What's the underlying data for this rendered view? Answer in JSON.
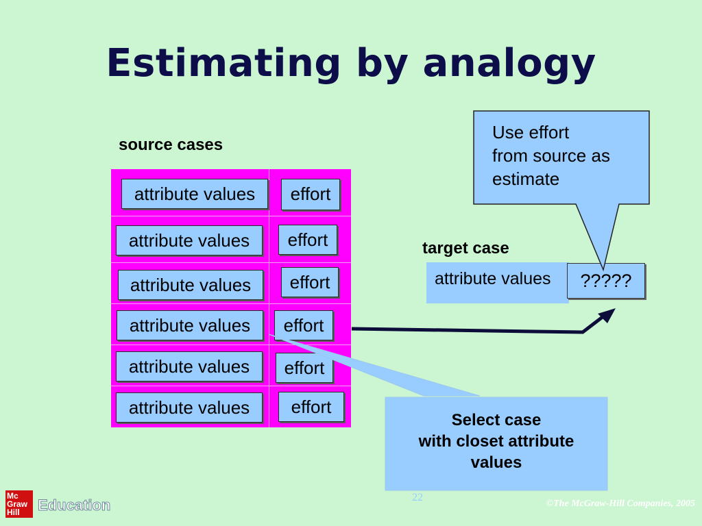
{
  "title": "Estimating by analogy",
  "source_label": "source cases",
  "target_label": "target case",
  "source_rows": [
    {
      "attr": "attribute values",
      "effort": "effort"
    },
    {
      "attr": "attribute values",
      "effort": "effort"
    },
    {
      "attr": "attribute values",
      "effort": "effort"
    },
    {
      "attr": "attribute values",
      "effort": "effort"
    },
    {
      "attr": "attribute values",
      "effort": "effort"
    },
    {
      "attr": "attribute values",
      "effort": "effort"
    }
  ],
  "target": {
    "attr": "attribute values",
    "effort": "?????"
  },
  "callout_top": {
    "lines": [
      "Use effort",
      "from source as",
      "estimate"
    ]
  },
  "callout_bottom": {
    "lines": [
      "Select case",
      "with closet attribute",
      "values"
    ]
  },
  "footer": {
    "page_number": "22",
    "copyright": "©The McGraw-Hill Companies, 2005",
    "logo_lines": [
      "Mc",
      "Graw",
      "Hill"
    ],
    "logo_text": "Education"
  },
  "colors": {
    "background": "#ccf5d1",
    "grid": "#ff00ff",
    "cell": "#99ccff",
    "title": "#0d0d4a"
  }
}
